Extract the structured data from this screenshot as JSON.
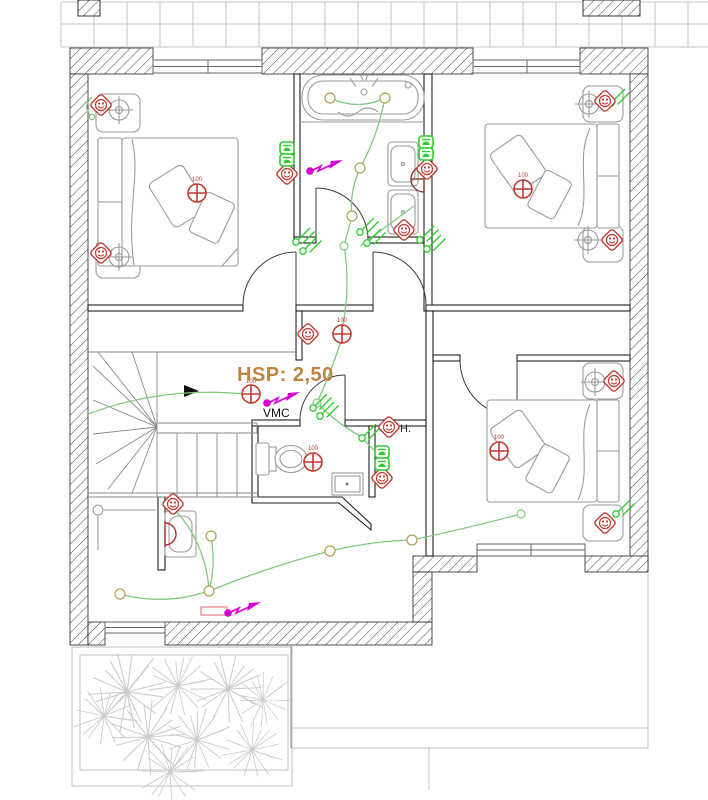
{
  "drawing": {
    "type": "electrical floor plan",
    "annotations": {
      "ceiling_height": "HSP: 2,50",
      "ventilation": "VMC",
      "high_socket": "H.",
      "light_label": "100"
    },
    "colors": {
      "red_symbol": "#bf3a30",
      "switch_green": "#2fcc2f",
      "wire_green": "#82c882",
      "junction_olive": "#b0a050",
      "arrow_magenta": "#d400d4",
      "height_text": "#c08442",
      "wall_black": "#1f1f1f",
      "furniture_gray": "#9b9b9b",
      "roof_grid": "#c6c6c6",
      "plant_gray": "#cbcbcb",
      "sconce_brown": "#8b3a2e"
    },
    "symbols": {
      "socket_outlet": "red diamond socket",
      "ceiling_light": "red crossed circle DCL point",
      "ceiling_rose": "gray crosshair circle",
      "wall_switch": "green rounded square switch",
      "two_way_switch": "green circle with double diagonal stroke",
      "power_feed": "magenta zigzag arrow",
      "junction_box": "olive circle"
    }
  }
}
